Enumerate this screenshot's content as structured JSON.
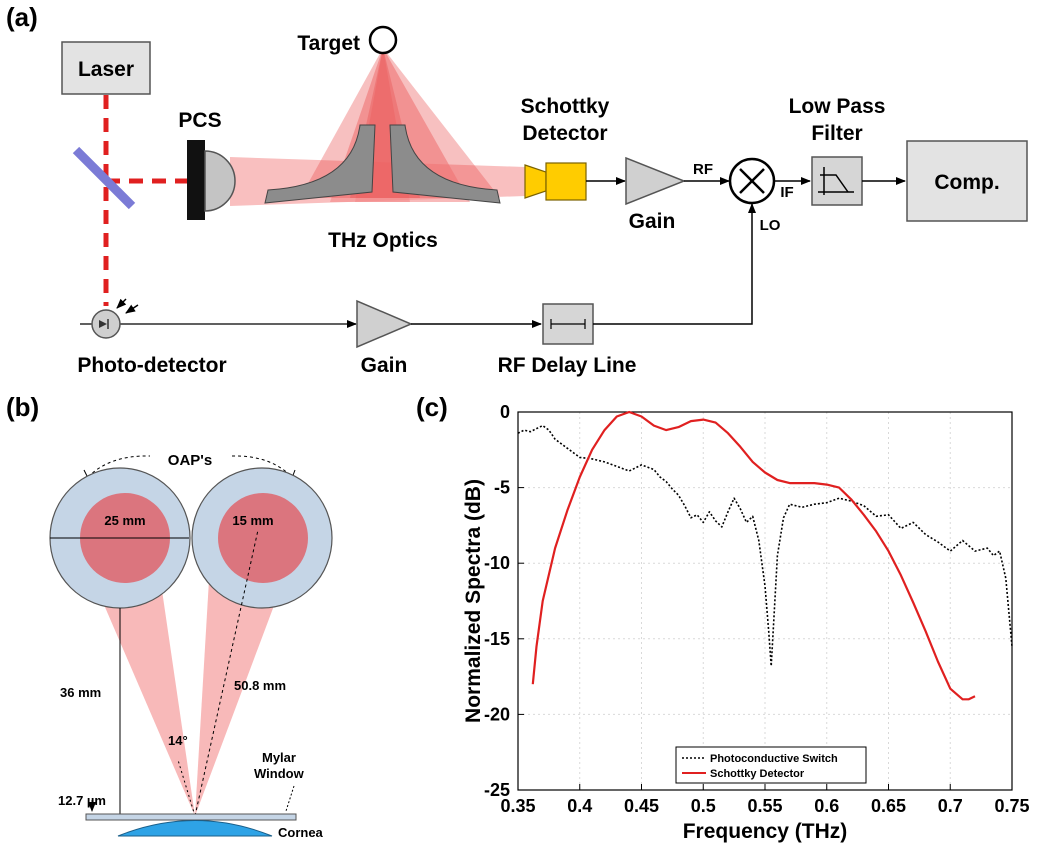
{
  "colors": {
    "accent_red": "#e02020",
    "beam_pink": "#f48a8a",
    "optics_gray": "#8c8c8c",
    "box_gray": "#e3e3e3",
    "detector_yellow": "#ffcc00",
    "cornea_blue": "#2ea3e6",
    "oap_blue": "#c5d5e6"
  },
  "panel_a": {
    "label": "(a)",
    "laser": "Laser",
    "pcs": "PCS",
    "target": "Target",
    "thz_optics": "THz Optics",
    "schottky_1": "Schottky",
    "schottky_2": "Detector",
    "gain_top": "Gain",
    "rf": "RF",
    "if": "IF",
    "lo": "LO",
    "lpf_1": "Low Pass",
    "lpf_2": "Filter",
    "comp": "Comp.",
    "photodetector": "Photo-detector",
    "gain_bottom": "Gain",
    "rf_delay": "RF Delay Line"
  },
  "panel_b": {
    "label": "(b)",
    "oaps": "OAP's",
    "d25": "25 mm",
    "d15": "15 mm",
    "h36": "36 mm",
    "l508": "50.8 mm",
    "angle": "14°",
    "thick": "12.7 µm",
    "mylar_1": "Mylar",
    "mylar_2": "Window",
    "cornea": "Cornea"
  },
  "panel_c": {
    "label": "(c)"
  },
  "chart_data": {
    "type": "line",
    "xlabel": "Frequency (THz)",
    "ylabel": "Normalized Spectra (dB)",
    "xlim": [
      0.35,
      0.75
    ],
    "ylim": [
      -25,
      0
    ],
    "xticks": [
      "0.35",
      "0.4",
      "0.45",
      "0.5",
      "0.55",
      "0.6",
      "0.65",
      "0.7",
      "0.75"
    ],
    "yticks": [
      "0",
      "-5",
      "-10",
      "-15",
      "-20",
      "-25"
    ],
    "grid": true,
    "legend_position": "bottom-center",
    "series": [
      {
        "name": "Photoconductive Switch",
        "color": "#000000",
        "style": "dotted",
        "x": [
          0.35,
          0.355,
          0.36,
          0.365,
          0.37,
          0.375,
          0.38,
          0.39,
          0.4,
          0.41,
          0.42,
          0.43,
          0.44,
          0.45,
          0.46,
          0.465,
          0.47,
          0.475,
          0.48,
          0.485,
          0.49,
          0.495,
          0.5,
          0.505,
          0.51,
          0.515,
          0.52,
          0.525,
          0.53,
          0.535,
          0.54,
          0.545,
          0.55,
          0.553,
          0.555,
          0.557,
          0.56,
          0.565,
          0.57,
          0.58,
          0.59,
          0.6,
          0.61,
          0.62,
          0.63,
          0.64,
          0.65,
          0.66,
          0.67,
          0.68,
          0.69,
          0.7,
          0.71,
          0.72,
          0.73,
          0.735,
          0.74,
          0.745,
          0.75
        ],
        "y": [
          -1.4,
          -1.2,
          -1.3,
          -1.1,
          -0.9,
          -1.2,
          -1.8,
          -2.4,
          -3.0,
          -3.1,
          -3.3,
          -3.6,
          -3.9,
          -3.5,
          -3.8,
          -4.3,
          -4.6,
          -5.1,
          -5.5,
          -6.2,
          -7.0,
          -6.8,
          -7.3,
          -6.6,
          -7.2,
          -7.6,
          -6.6,
          -5.7,
          -6.4,
          -7.3,
          -6.9,
          -8.5,
          -11.5,
          -14.5,
          -16.8,
          -14.0,
          -9.5,
          -7.0,
          -6.1,
          -6.3,
          -6.1,
          -6.0,
          -5.7,
          -5.9,
          -6.2,
          -6.9,
          -6.8,
          -7.7,
          -7.3,
          -8.1,
          -8.6,
          -9.2,
          -8.5,
          -9.2,
          -9.0,
          -9.5,
          -9.2,
          -11.0,
          -15.5
        ]
      },
      {
        "name": "Schottky Detector",
        "color": "#e02020",
        "style": "solid",
        "x": [
          0.362,
          0.365,
          0.37,
          0.38,
          0.39,
          0.4,
          0.41,
          0.42,
          0.43,
          0.44,
          0.45,
          0.46,
          0.47,
          0.48,
          0.49,
          0.5,
          0.51,
          0.52,
          0.53,
          0.54,
          0.55,
          0.56,
          0.57,
          0.58,
          0.59,
          0.6,
          0.61,
          0.62,
          0.63,
          0.64,
          0.65,
          0.66,
          0.67,
          0.68,
          0.69,
          0.7,
          0.71,
          0.715,
          0.72
        ],
        "y": [
          -18.0,
          -15.5,
          -12.5,
          -9.0,
          -6.5,
          -4.3,
          -2.5,
          -1.2,
          -0.3,
          0.0,
          -0.3,
          -0.9,
          -1.2,
          -1.0,
          -0.6,
          -0.5,
          -0.7,
          -1.4,
          -2.3,
          -3.3,
          -4.0,
          -4.5,
          -4.7,
          -4.7,
          -4.7,
          -4.8,
          -5.0,
          -5.8,
          -6.8,
          -7.9,
          -9.2,
          -10.8,
          -12.6,
          -14.5,
          -16.5,
          -18.3,
          -19.0,
          -19.0,
          -18.8
        ]
      }
    ]
  }
}
